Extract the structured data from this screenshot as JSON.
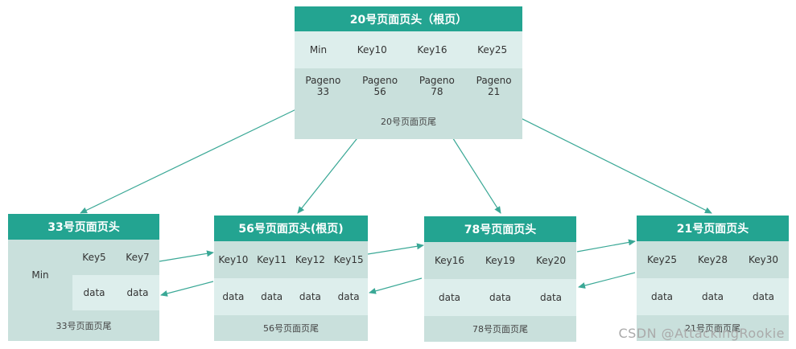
{
  "root": {
    "title": "20号页面页头（根页）",
    "keys": [
      "Min",
      "Key10",
      "Key16",
      "Key25"
    ],
    "pages": [
      {
        "label": "Pageno",
        "num": "33"
      },
      {
        "label": "Pageno",
        "num": "56"
      },
      {
        "label": "Pageno",
        "num": "78"
      },
      {
        "label": "Pageno",
        "num": "21"
      }
    ],
    "footer": "20号页面页尾"
  },
  "p33": {
    "title": "33号页面页头",
    "min": "Min",
    "keys": [
      "Key5",
      "Key7"
    ],
    "data": [
      "data",
      "data"
    ],
    "footer": "33号页面页尾"
  },
  "p56": {
    "title": "56号页面页头(根页)",
    "keys": [
      "Key10",
      "Key11",
      "Key12",
      "Key15"
    ],
    "data": [
      "data",
      "data",
      "data",
      "data"
    ],
    "footer": "56号页面页尾"
  },
  "p78": {
    "title": "78号页面页头",
    "keys": [
      "Key16",
      "Key19",
      "Key20"
    ],
    "data": [
      "data",
      "data",
      "data"
    ],
    "footer": "78号页面页尾"
  },
  "p21": {
    "title": "21号页面页头",
    "keys": [
      "Key25",
      "Key28",
      "Key30"
    ],
    "data": [
      "data",
      "data",
      "data"
    ],
    "footer": "21号页面页尾"
  },
  "watermark": "CSDN @AttackingRookie",
  "colors": {
    "header": "#23a491",
    "cell_dark": "#c9e0dc",
    "cell_light": "#ddeeec",
    "arrow": "#3aa896"
  }
}
